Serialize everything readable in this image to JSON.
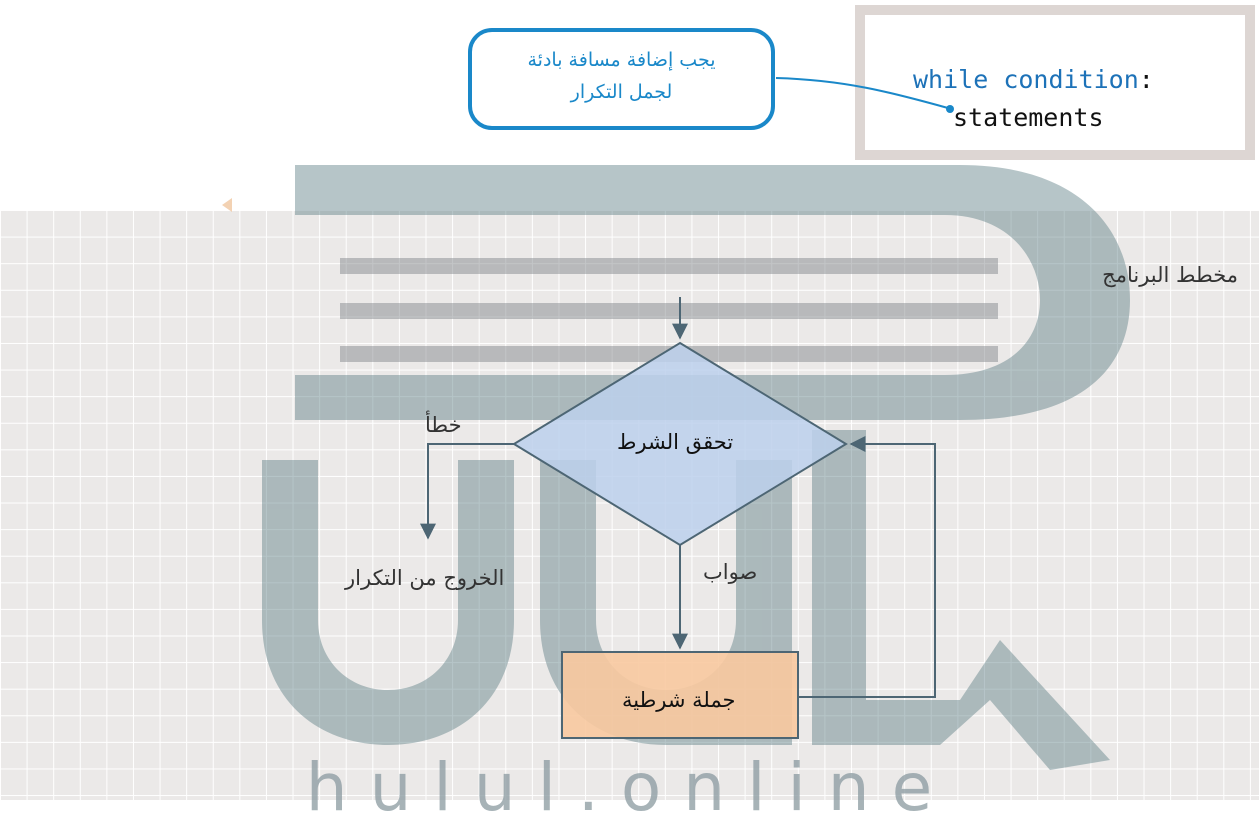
{
  "code": {
    "keyword": "while",
    "condition": " condition",
    "colon": ":",
    "body": "statements"
  },
  "note": {
    "line1": "يجب إضافة مسافة بادئة",
    "line2": "لجمل التكرار"
  },
  "diagram": {
    "title": "مخطط البرنامج",
    "decision": "تحقق الشرط",
    "false_label": "خطأ",
    "true_label": "صواب",
    "exit": "الخروج من التكرار",
    "statement": "جملة شرطية"
  },
  "watermark": {
    "latin": "hulul.online"
  },
  "colors": {
    "accent": "#1a88c9",
    "keyword": "#1d72b8",
    "decision_fill": "#bcd0ec",
    "statement_fill": "#f8c9a0",
    "connector": "#4d6674"
  }
}
